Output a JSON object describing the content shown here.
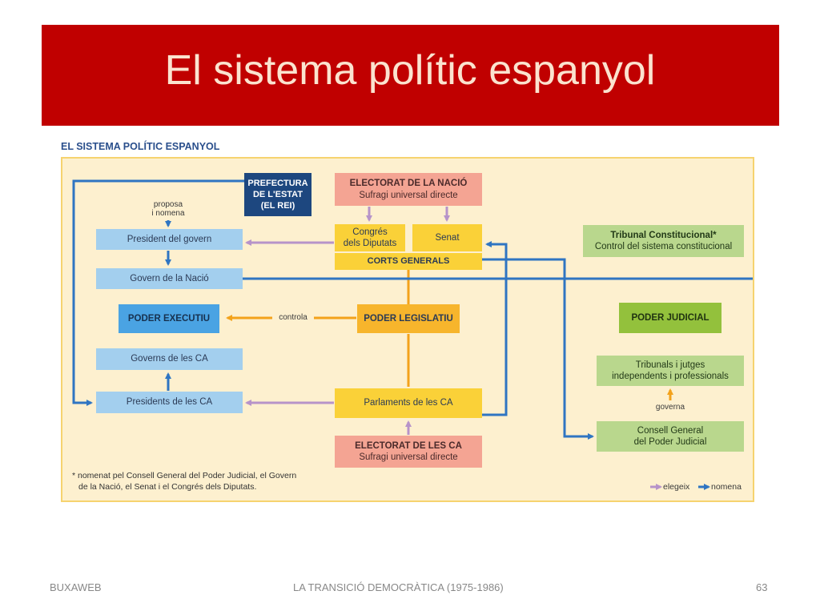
{
  "slide": {
    "title": "El sistema polític espanyol",
    "diagram_label": "EL SISTEMA POLÍTIC ESPANYOL",
    "footer": {
      "left": "BUXAWEB",
      "center": "LA TRANSICIÓ DEMOCRÀTICA (1975-1986)",
      "page": "63"
    }
  },
  "diagram": {
    "prefectura": {
      "line1": "PREFECTURA",
      "line2": "DE L'ESTAT",
      "line3": "(EL REI)"
    },
    "electorat_nacio": {
      "title": "ELECTORAT DE LA NACIÓ",
      "subtitle": "Sufragi universal directe"
    },
    "congres": {
      "line1": "Congrés",
      "line2": "dels Diputats"
    },
    "senat": "Senat",
    "corts": "CORTS GENERALS",
    "proposa": {
      "line1": "proposa",
      "line2": "i nomena"
    },
    "president_govern": "President del govern",
    "govern_nacio": "Govern de la Nació",
    "poder_executiu": "PODER EXECUTIU",
    "controla": "controla",
    "poder_legislatiu": "PODER LEGISLATIU",
    "governs_ca": "Governs de les CA",
    "presidents_ca": "Presidents de les CA",
    "parlaments_ca": "Parlaments de les CA",
    "electorat_ca": {
      "title": "ELECTORAT DE LES CA",
      "subtitle": "Sufragi universal directe"
    },
    "tribunal": {
      "title": "Tribunal Constitucional*",
      "subtitle": "Control del sistema constitucional"
    },
    "poder_judicial": "PODER JUDICIAL",
    "tribunals": {
      "line1": "Tribunals i jutges",
      "line2": "independents i professionals"
    },
    "governa": "governa",
    "consell": {
      "line1": "Consell General",
      "line2": "del Poder Judicial"
    },
    "footnote": {
      "line1": "* nomenat pel Consell General del Poder Judicial, el Govern",
      "line2": "de la Nació, el Senat i el Congrés dels Diputats."
    },
    "legend": {
      "elegeix": "elegeix",
      "nomena": "nomena"
    }
  },
  "colors": {
    "title_bar": "#c00000",
    "elegeix_arrow": "#b793c9",
    "nomena_arrow": "#2f75c2",
    "legislatiu_line": "#f3a21b"
  }
}
